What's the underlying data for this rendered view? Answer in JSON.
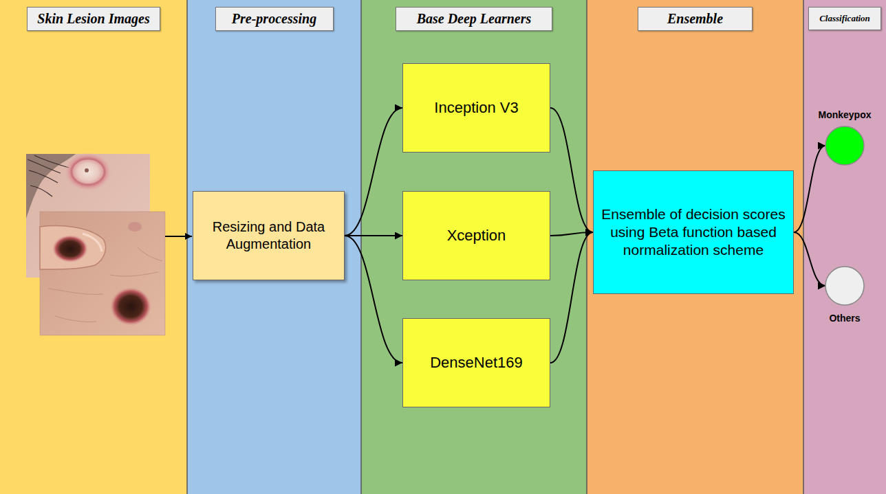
{
  "diagram": {
    "nodes": [
      {
        "text": [
          "Skin Lesion Images"
        ]
      },
      {
        "text": [
          "Pre-processing"
        ]
      },
      {
        "text": [
          "Resizing and Data Augmentation"
        ],
        "in": 1
      },
      {
        "text": [
          "Base Deep Learners"
        ]
      },
      {
        "text": [
          "Inception V3"
        ],
        "in": 3
      },
      {
        "text": [
          "Xception"
        ],
        "in": 3
      },
      {
        "text": [
          "DenseNet169"
        ],
        "in": 3
      },
      {
        "text": [
          "Ensemble"
        ]
      },
      {
        "text": [
          "Ensemble of decision scores using Beta function based normalization scheme"
        ],
        "in": 7
      },
      {
        "text": [
          "Classification"
        ]
      },
      {
        "text": [
          "Monkeypox"
        ],
        "in": 9
      },
      {
        "text": [
          "Others"
        ],
        "in": 9
      }
    ],
    "edges": [
      {
        "from": 2,
        "to": 4,
        "arrow": "to"
      },
      {
        "from": 2,
        "to": 5,
        "arrow": "to"
      },
      {
        "from": 2,
        "to": 6,
        "arrow": "to"
      },
      {
        "from": 4,
        "to": 8,
        "arrow": "to"
      },
      {
        "from": 5,
        "to": 8,
        "arrow": "to"
      },
      {
        "from": 6,
        "to": 8,
        "arrow": "to"
      },
      {
        "from": 8,
        "to": 10,
        "arrow": "to"
      },
      {
        "from": 8,
        "to": 11,
        "arrow": "to"
      }
    ]
  }
}
